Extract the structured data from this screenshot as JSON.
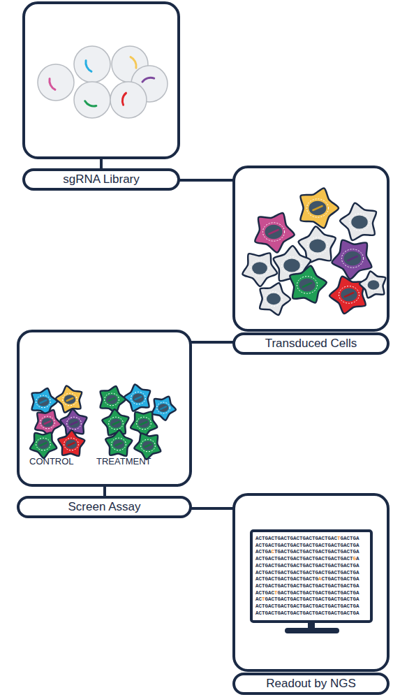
{
  "diagram": {
    "nodes": [
      {
        "text": [
          "sgRNA Library"
        ]
      },
      {
        "text": [
          "Transduced Cells"
        ]
      },
      {
        "text": [
          "CONTROL",
          "TREATMENT",
          "Screen Assay"
        ]
      },
      {
        "text": [
          "Readout by NGS"
        ]
      }
    ],
    "edges": [
      {
        "from": 0,
        "to": 1,
        "arrow": "none"
      },
      {
        "from": 1,
        "to": 2,
        "arrow": "none"
      },
      {
        "from": 2,
        "to": 3,
        "arrow": "none"
      }
    ],
    "labels": [
      "ACTGACTGACTGACTGACTGACTGACTGACTGA",
      "ACTGACTGACTGACTGACTGACTGACTGACTGA",
      "ACTGACTGACTGACTGACTGACTGACTGACTGA",
      "ACTGACTGACTGACTGACTGACTGACTGACTGA",
      "ACTGACTGACTGACTGACTGACTGACTGACTGA",
      "ACTGACTGACTGACTGACTGACTGACTGACTGA",
      "ACTGACTGACTGACTGACTGACTGACTGACTGA",
      "ACTGACTGACTGACTGACTGACTGACTGACTGA",
      "ACTGACTGACTGACTGACTGACTGACTGACTGA",
      "ACTGACTGACTGACTGACTGACTGACTGACTGA",
      "ACTGACTGACTGACTGACTGACTGACTGACTGA",
      "ACTGACTGACTGACTGACTGACTGACTGACTGA"
    ]
  }
}
